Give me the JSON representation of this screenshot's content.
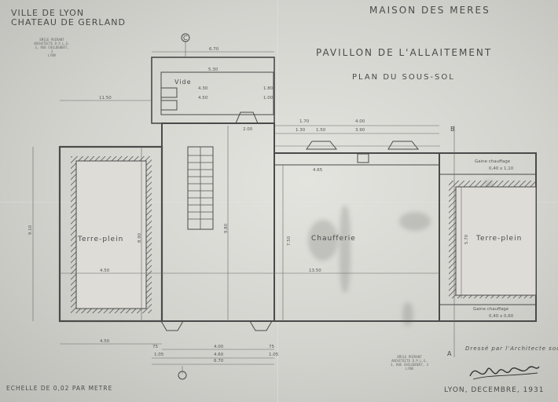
{
  "header": {
    "city": "VILLE DE LYON",
    "site": "CHATEAU DE GERLAND",
    "institution": "MAISON DES MERES",
    "pavilion": "PAVILLON DE L'ALLAITEMENT",
    "plan_type": "PLAN DU SOUS-SOL"
  },
  "architect_stamp": {
    "line1": "EMILE POIRANT",
    "line2": "ARCHITECTE D.P.L.G.",
    "line3": "3, RUE CHILDEBERT, 3",
    "line4": "LYON"
  },
  "rooms": {
    "vide": "Vide",
    "terre_plein_left": "Terre-plein",
    "chaufferie": "Chaufferie",
    "terre_plein_right": "Terre-plein"
  },
  "labels": {
    "gaine_top_1": "Gaine chauffage",
    "gaine_top_2": "0,40 x 1,10",
    "gaine_bottom_1": "Gaine chauffage",
    "gaine_bottom_2": "0,40 x 0,60",
    "section_c": "C",
    "section_b": "B",
    "section_a": "A"
  },
  "dimensions": {
    "top_overall": "6.70",
    "vide_length": "5.30",
    "vide_inner": "4.30",
    "vide_lower": "4.50",
    "left_span": "11.50",
    "left_height": "9.10",
    "inner_height": "8.90",
    "stair_height": "9.80",
    "mid_left": "4.50",
    "mid_span": "13.50",
    "chauff_height": "7.50",
    "right_height": "5.70",
    "right_top_1": "4.00",
    "right_top_2": "3.90",
    "right_small": "4.65",
    "bottom_left": "4.50",
    "bottom_mid": "4.00",
    "bottom_total": "4.60",
    "bottom_outer": "6.70",
    "bottom_a": "75",
    "bottom_b": "1.05",
    "bottom_c": "1.05",
    "bottom_d": "75",
    "top_mid": "2.00",
    "top_small_1": "1.80",
    "top_small_2": "1.00",
    "top_r1": "1.70",
    "top_r2": "1.30",
    "top_r3": "1.50"
  },
  "footer": {
    "scale": "ECHELLE DE 0,02 PAR METRE",
    "drawn_by": "Dressé par l'Architecte soussigné",
    "date_place": "LYON, DECEMBRE, 1931"
  },
  "colors": {
    "paper": "#dcdcd7",
    "ink": "#3e3e3e",
    "hatch": "#555555"
  }
}
